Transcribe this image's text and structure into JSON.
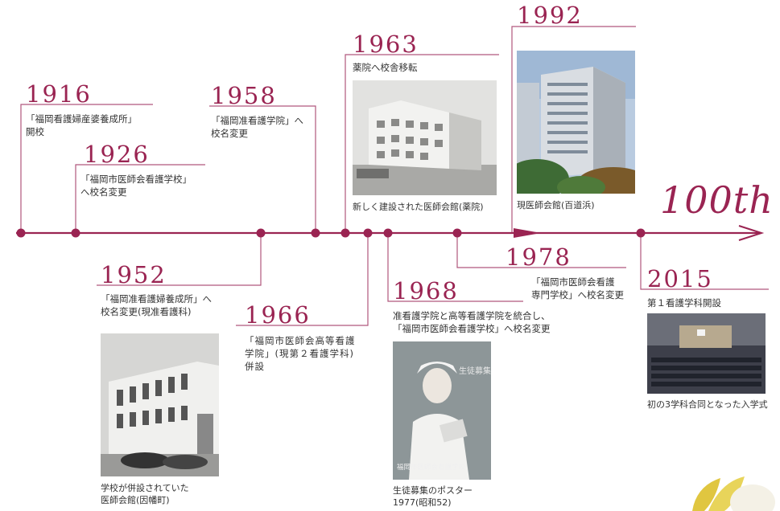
{
  "milestones": [
    {
      "year": "1916",
      "lines": [
        "「福岡看護婦産婆養成所」",
        "開校"
      ]
    },
    {
      "year": "1926",
      "lines": [
        "「福岡市医師会看護学校」",
        "へ校名変更"
      ]
    },
    {
      "year": "1952",
      "lines": [
        "「福岡准看護婦養成所」へ",
        "校名変更(現准看護科)"
      ]
    },
    {
      "year": "1958",
      "lines": [
        "「福岡准看護学院」へ",
        "校名変更"
      ]
    },
    {
      "year": "1963",
      "lines": [
        "薬院へ校舎移転"
      ]
    },
    {
      "year": "1966",
      "lines": [
        "「福岡市医師会高等看護",
        "学院」(現第２看護学科)",
        "併設"
      ]
    },
    {
      "year": "1968",
      "lines": [
        "准看護学院と高等看護学院を統合し、",
        "「福岡市医師会看護学校」へ校名変更"
      ]
    },
    {
      "year": "1978",
      "lines": [
        "「福岡市医師会看護",
        "専門学校」へ校名変更"
      ]
    },
    {
      "year": "1992",
      "lines": []
    },
    {
      "year": "2015",
      "lines": [
        "第１看護学科開設"
      ]
    }
  ],
  "captions": {
    "school_building": [
      "学校が併設されていた",
      "医師会館(因幡町)"
    ],
    "yakuin_hall": [
      "新しく建設された医師会館(薬院)"
    ],
    "poster": [
      "生徒募集のポスター",
      "1977(昭和52)"
    ],
    "momochi_hall": [
      "現医師会館(百道浜)"
    ],
    "ceremony": [
      "初の3学科合同となった入学式"
    ]
  },
  "poster_text": {
    "recruit": "生徒募集",
    "school": "福岡市医師会看護学校"
  },
  "anniversary": "100th",
  "colors": {
    "accent": "#9a2452",
    "line": "#9a2452"
  }
}
